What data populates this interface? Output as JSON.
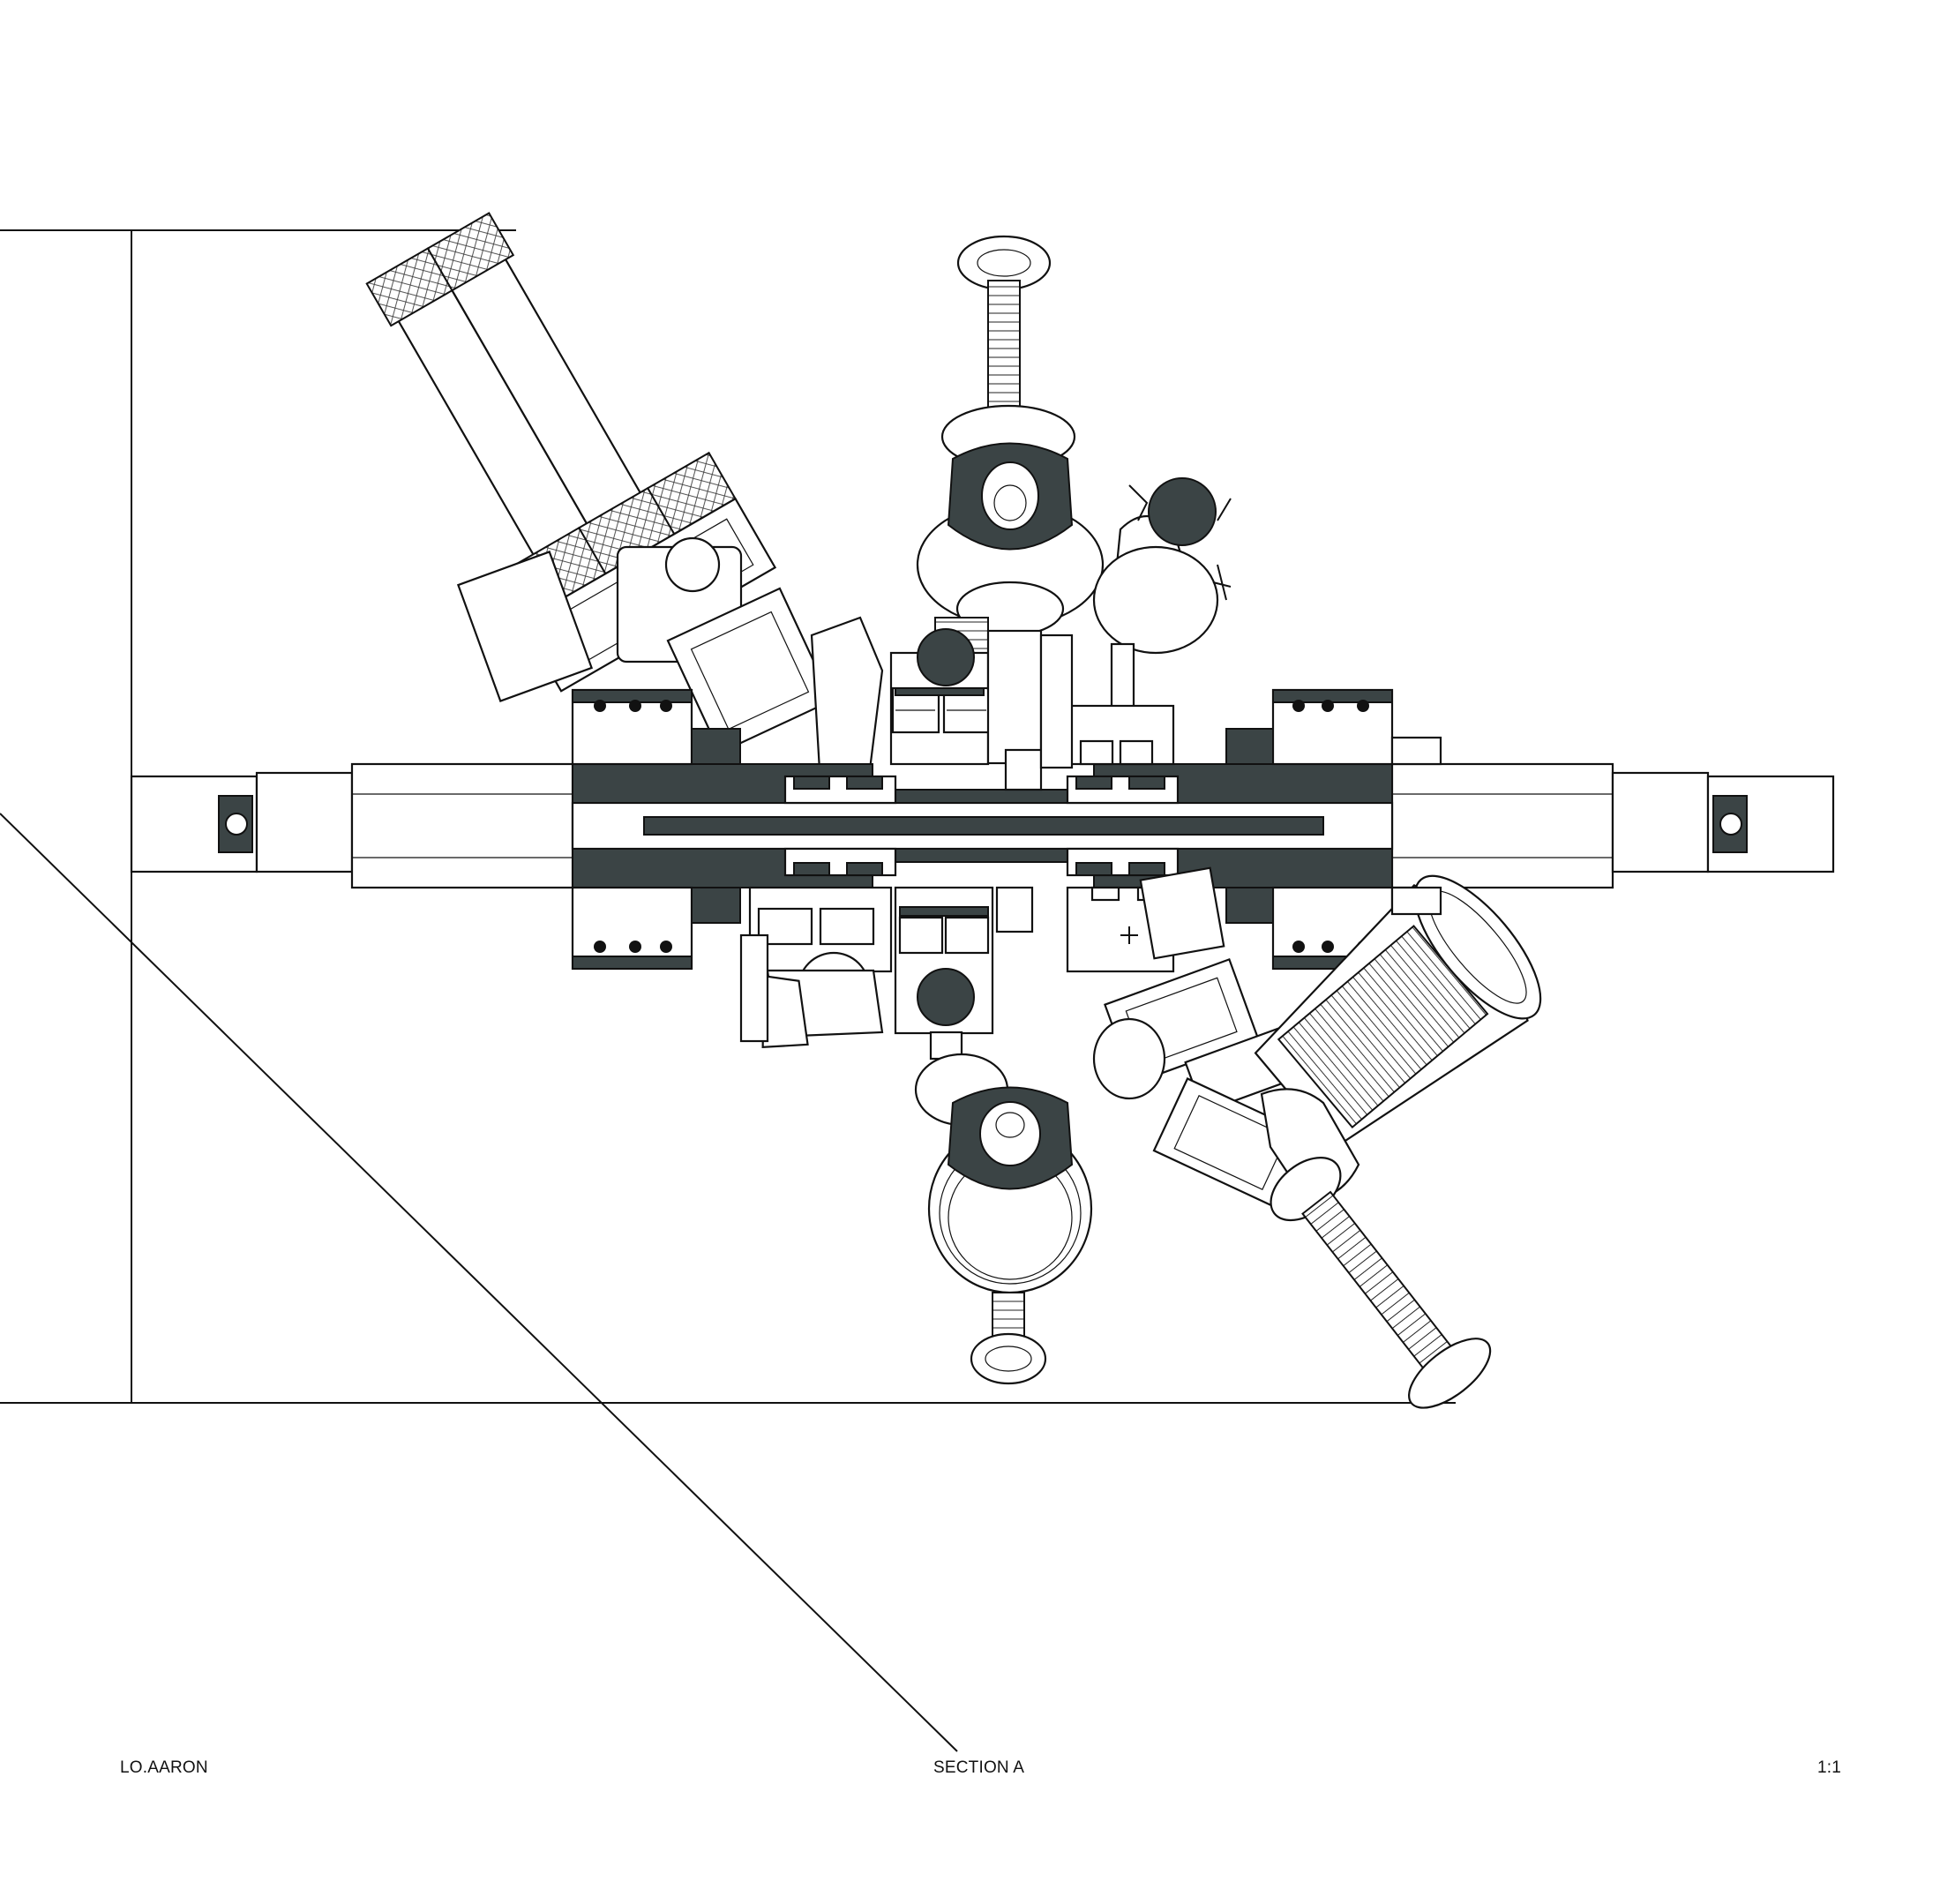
{
  "sheet": {
    "author": "LO.AARON",
    "title": "SECTION A",
    "scale": "1:1"
  },
  "colors": {
    "cut_fill": "#3b4445",
    "line": "#111111",
    "paper": "#ffffff"
  }
}
